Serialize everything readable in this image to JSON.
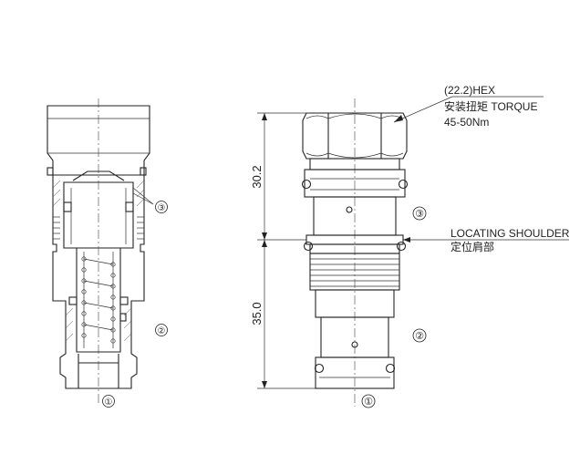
{
  "annotations": {
    "hex_size": "(22.2)HEX",
    "torque_line": "安装扭矩 TORQUE",
    "torque_value": "45-50Nm",
    "shoulder_label": "LOCATING SHOULDER",
    "shoulder_label_cn": "定位肩部"
  },
  "dimensions": {
    "upper": "30.2",
    "lower": "35.0"
  },
  "ports": {
    "section_view": [
      "①",
      "②",
      "③"
    ],
    "external_view": [
      "①",
      "②",
      "③"
    ]
  }
}
